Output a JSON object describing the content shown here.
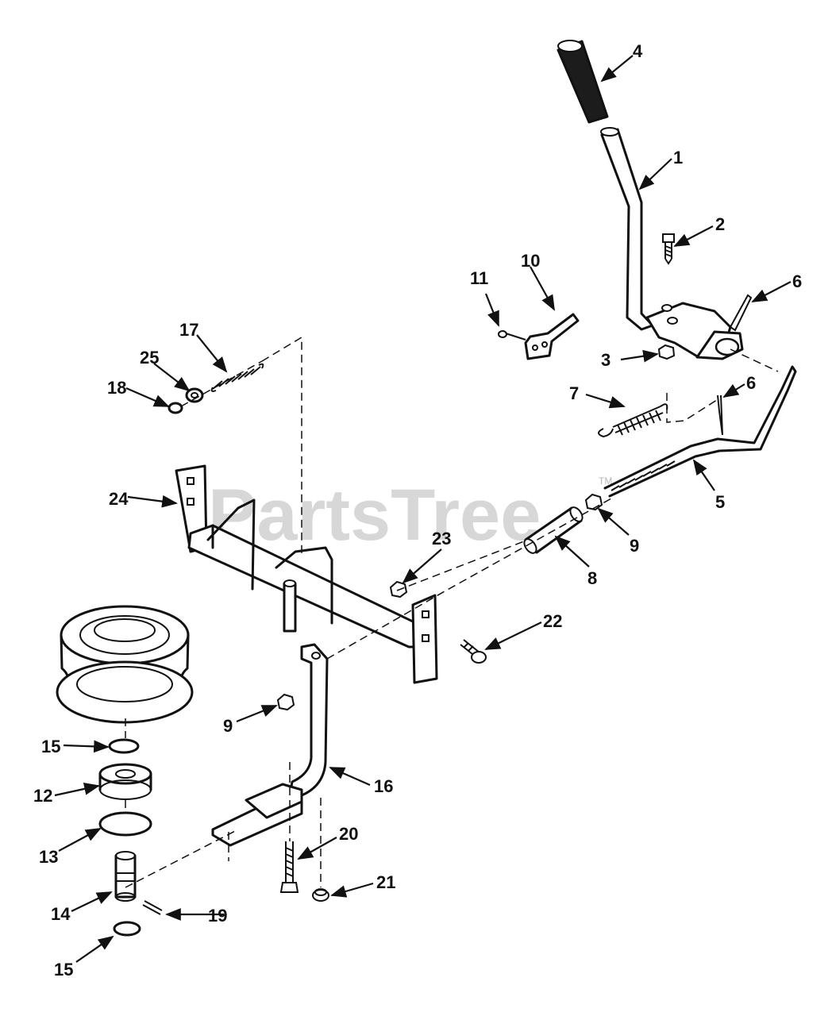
{
  "watermark": {
    "text": "PartsTree",
    "trademark": "TM"
  },
  "callouts": {
    "c1": "1",
    "c2": "2",
    "c3": "3",
    "c4": "4",
    "c5": "5",
    "c6a": "6",
    "c6b": "6",
    "c7": "7",
    "c8": "8",
    "c9a": "9",
    "c9b": "9",
    "c10": "10",
    "c11": "11",
    "c12": "12",
    "c13": "13",
    "c14": "14",
    "c15a": "15",
    "c15b": "15",
    "c16": "16",
    "c17": "17",
    "c18": "18",
    "c19": "19",
    "c20": "20",
    "c21": "21",
    "c22": "22",
    "c23": "23",
    "c24": "24",
    "c25": "25"
  }
}
